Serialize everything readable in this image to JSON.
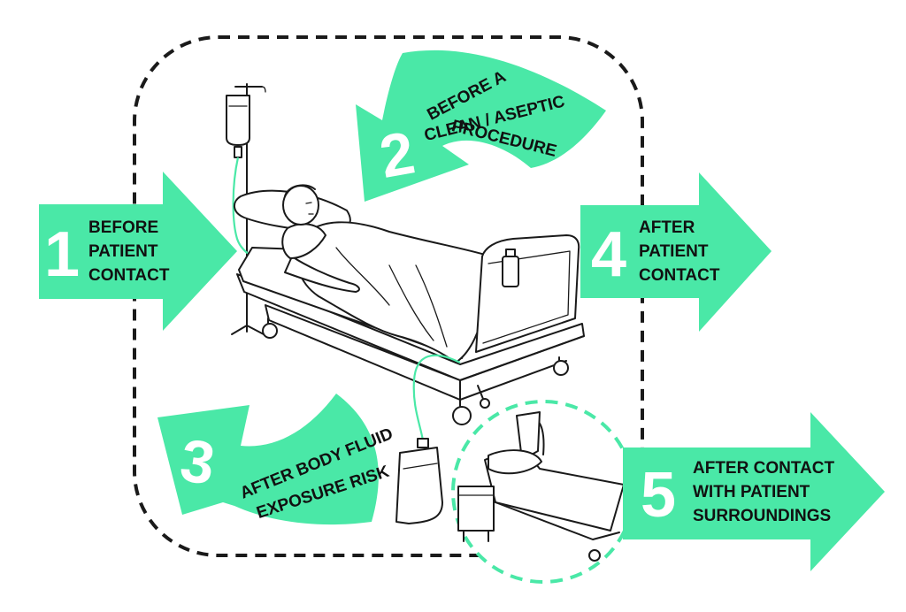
{
  "colors": {
    "accent": "#4ae8a7",
    "outline": "#1a1a1a",
    "number": "#ffffff",
    "text": "#111111"
  },
  "moments": [
    {
      "number": "1",
      "lines": [
        "BEFORE",
        "PATIENT",
        "CONTACT"
      ]
    },
    {
      "number": "2",
      "lines": [
        "BEFORE A",
        "CLEAN / ASEPTIC",
        "PROCEDURE"
      ]
    },
    {
      "number": "3",
      "lines": [
        "AFTER BODY FLUID",
        "EXPOSURE RISK"
      ]
    },
    {
      "number": "4",
      "lines": [
        "AFTER",
        "PATIENT",
        "CONTACT"
      ]
    },
    {
      "number": "5",
      "lines": [
        "AFTER CONTACT",
        "WITH PATIENT",
        "SURROUNDINGS"
      ]
    }
  ]
}
